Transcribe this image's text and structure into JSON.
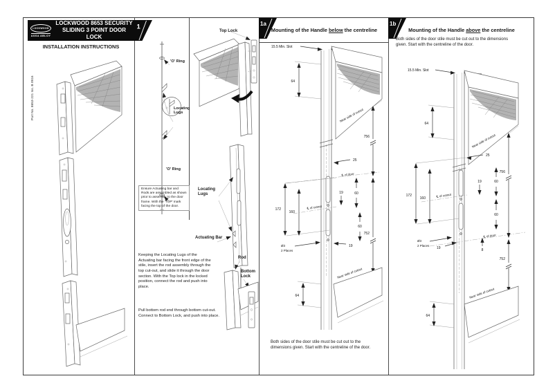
{
  "page": {
    "part_no": "Part No. 8653-221  Iss. B 0916"
  },
  "header": {
    "logo_brand": "LOCKWOOD",
    "logo_sub": "ASSA ABLOY",
    "title_line1": "LOCKWOOD 8653 SECURITY",
    "title_line2": "SLIDING 3 POINT DOOR LOCK",
    "subtitle": "INSTALLATION INSTRUCTIONS"
  },
  "panel1": {
    "badge": "1",
    "labels": {
      "o_ring": "'O' Ring",
      "locating_lugs": "Locating Lugs",
      "top_lock": "Top Lock",
      "actuating_bar": "Actuating Bar",
      "rod": "Rod",
      "bottom_lock": "Bottom Lock"
    },
    "note": "Ensure Actuating bar and Rods are assembled as shown prior to assembly to the door frame. With the 'TOP' mark facing the top of the door.",
    "para1": "Keeping the Locating Lugs of the Actuating bar facing the front edge of the stile, insert the rod assembly through the top cut-out, and slide it through the door section. With the Top lock in the locked position, connect the rod and push into place.",
    "para2": "Pull bottom rod end through bottom cut-out. Connect to Bottom Lock, and push into place."
  },
  "shared": {
    "cut_note": "Both sides of the door stile must be cut out to the dimensions given. Start with the centreline of the door."
  },
  "panel1a": {
    "badge": "1a",
    "title_prefix": "Mounting of the Handle ",
    "title_emphasis": "below",
    "title_suffix": " the centreline",
    "dims": {
      "min_slot": "15.5 Min. Slot",
      "stile_offset": "64",
      "near_side": "Near side of cutout",
      "slot_width": "25",
      "cl_door": "℄ of door",
      "hole_gap": "19",
      "slot_length": "60",
      "d172": "172",
      "d160": "160",
      "cl_cutout": "℄ of cutout",
      "d756": "756",
      "d752": "752",
      "hole_dia": "Ø3",
      "hole_places": "2 Places"
    }
  },
  "panel1b": {
    "badge": "1b",
    "title_prefix": "Mounting of the Handle ",
    "title_emphasis": "above",
    "title_suffix": " the centreline",
    "dims": {
      "min_slot": "15.5 Min. Slot",
      "stile_offset": "64",
      "near_side": "Near side of cutout",
      "slot_width": "25",
      "cl_door": "℄ of door",
      "hole_gap": "19",
      "slot_length": "60",
      "d172": "172",
      "d160": "160",
      "cl_cutout": "℄ of cutout",
      "d756": "756",
      "d752": "752",
      "d8": "8",
      "hole_dia": "Ø3",
      "hole_places": "2 Places"
    }
  }
}
